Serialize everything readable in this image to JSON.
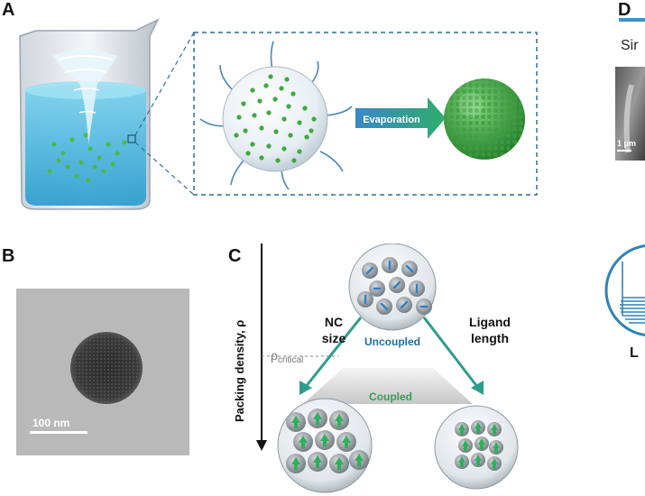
{
  "panels": {
    "a": "A",
    "b": "B",
    "c": "C",
    "d": "D"
  },
  "panel_a": {
    "process_label": "Evaporation"
  },
  "panel_b": {
    "scale_bar": "100 nm"
  },
  "panel_c": {
    "y_axis": "Packing density, ρ",
    "rho_symbol": "ρ",
    "rho_subscript": "critical",
    "left_arrow_line1": "NC",
    "left_arrow_line2": "size",
    "right_arrow_line1": "Ligand",
    "right_arrow_line2": "length",
    "uncoupled": "Uncoupled",
    "coupled": "Coupled"
  },
  "panel_d": {
    "text_fragment": "Sir",
    "scale_bar": "1 μm",
    "bottom_fragment": "L"
  },
  "colors": {
    "accent_green": "#3a9c5a",
    "accent_blue": "#1f6e9f",
    "dashed_frame": "#2f6f91",
    "arrow_teal": "#2e9d8a"
  }
}
